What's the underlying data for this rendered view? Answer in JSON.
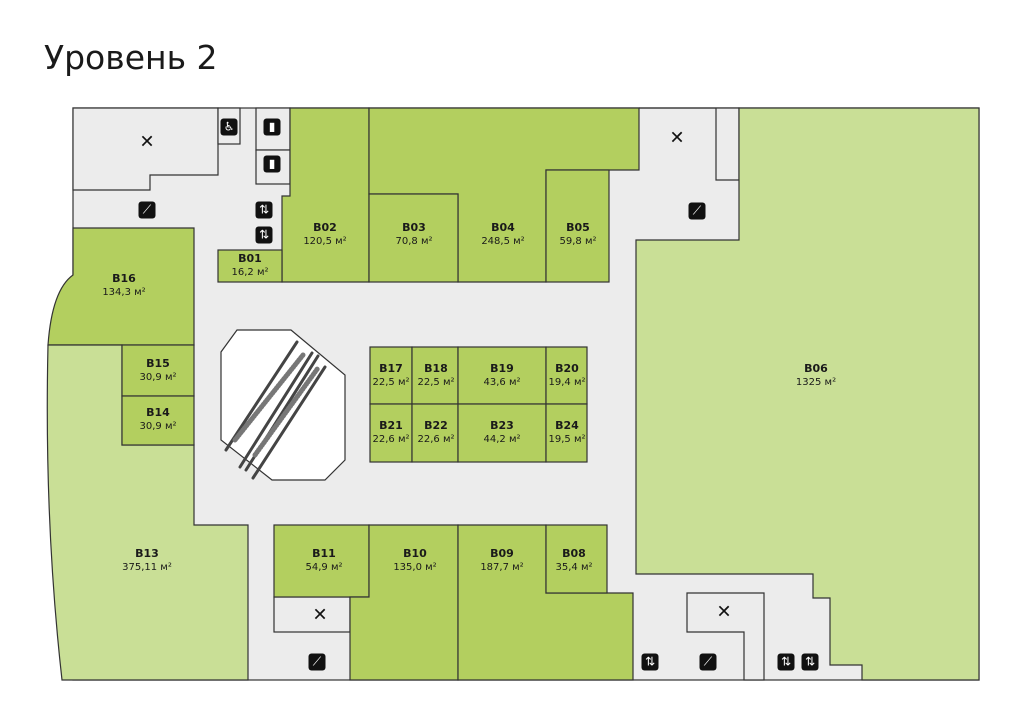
{
  "title": "Уровень 2",
  "colors": {
    "unit": "#b3cf5f",
    "large_unit": "#c9df96",
    "corridor": "#ececec",
    "wall": "#333333"
  },
  "units": {
    "B01": {
      "code": "B01",
      "area": "16,2 м²"
    },
    "B02": {
      "code": "B02",
      "area": "120,5 м²"
    },
    "B03": {
      "code": "B03",
      "area": "70,8 м²"
    },
    "B04": {
      "code": "B04",
      "area": "248,5 м²"
    },
    "B05": {
      "code": "B05",
      "area": "59,8 м²"
    },
    "B06": {
      "code": "B06",
      "area": "1325 м²"
    },
    "B08": {
      "code": "B08",
      "area": "35,4 м²"
    },
    "B09": {
      "code": "B09",
      "area": "187,7 м²"
    },
    "B10": {
      "code": "B10",
      "area": "135,0 м²"
    },
    "B11": {
      "code": "B11",
      "area": "54,9 м²"
    },
    "B13": {
      "code": "B13",
      "area": "375,11 м²"
    },
    "B14": {
      "code": "B14",
      "area": "30,9 м²"
    },
    "B15": {
      "code": "B15",
      "area": "30,9 м²"
    },
    "B16": {
      "code": "B16",
      "area": "134,3 м²"
    },
    "B17": {
      "code": "B17",
      "area": "22,5 м²"
    },
    "B18": {
      "code": "B18",
      "area": "22,5 м²"
    },
    "B19": {
      "code": "B19",
      "area": "43,6 м²"
    },
    "B20": {
      "code": "B20",
      "area": "19,4 м²"
    },
    "B21": {
      "code": "B21",
      "area": "22,6 м²"
    },
    "B22": {
      "code": "B22",
      "area": "22,6 м²"
    },
    "B23": {
      "code": "B23",
      "area": "44,2 м²"
    },
    "B24": {
      "code": "B24",
      "area": "19,5 м²"
    }
  },
  "icons": {
    "service": "tools-icon",
    "stairs": "stairs-icon",
    "elevator": "elevator-icon",
    "wc_accessible": "wheelchair-icon",
    "wc_men": "male-icon",
    "wc_women": "female-icon"
  }
}
